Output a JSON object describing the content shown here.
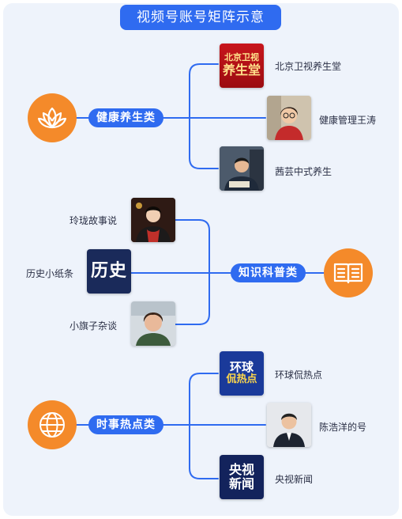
{
  "title": "视频号账号矩阵示意",
  "colors": {
    "accent": "#2f6bf0",
    "orange": "#f48a2a",
    "panel": "#eef3fb"
  },
  "groups": [
    {
      "label": "健康养生类",
      "icon": "lotus-icon",
      "accounts": [
        {
          "name": "北京卫视养生堂",
          "thumb_text": [
            "北京卫视",
            "养生堂"
          ]
        },
        {
          "name": "健康管理王涛"
        },
        {
          "name": "茜芸中式养生"
        }
      ]
    },
    {
      "label": "知识科普类",
      "icon": "book-icon",
      "accounts": [
        {
          "name": "玲珑故事说"
        },
        {
          "name": "历史小纸条",
          "thumb_text": [
            "历史"
          ]
        },
        {
          "name": "小旗子杂谈"
        }
      ]
    },
    {
      "label": "时事热点类",
      "icon": "globe-icon",
      "accounts": [
        {
          "name": "环球侃热点",
          "thumb_text": [
            "环球",
            "侃热点"
          ]
        },
        {
          "name": "陈浩洋的号"
        },
        {
          "name": "央视新闻",
          "thumb_text": [
            "央视",
            "新闻"
          ]
        }
      ]
    }
  ]
}
